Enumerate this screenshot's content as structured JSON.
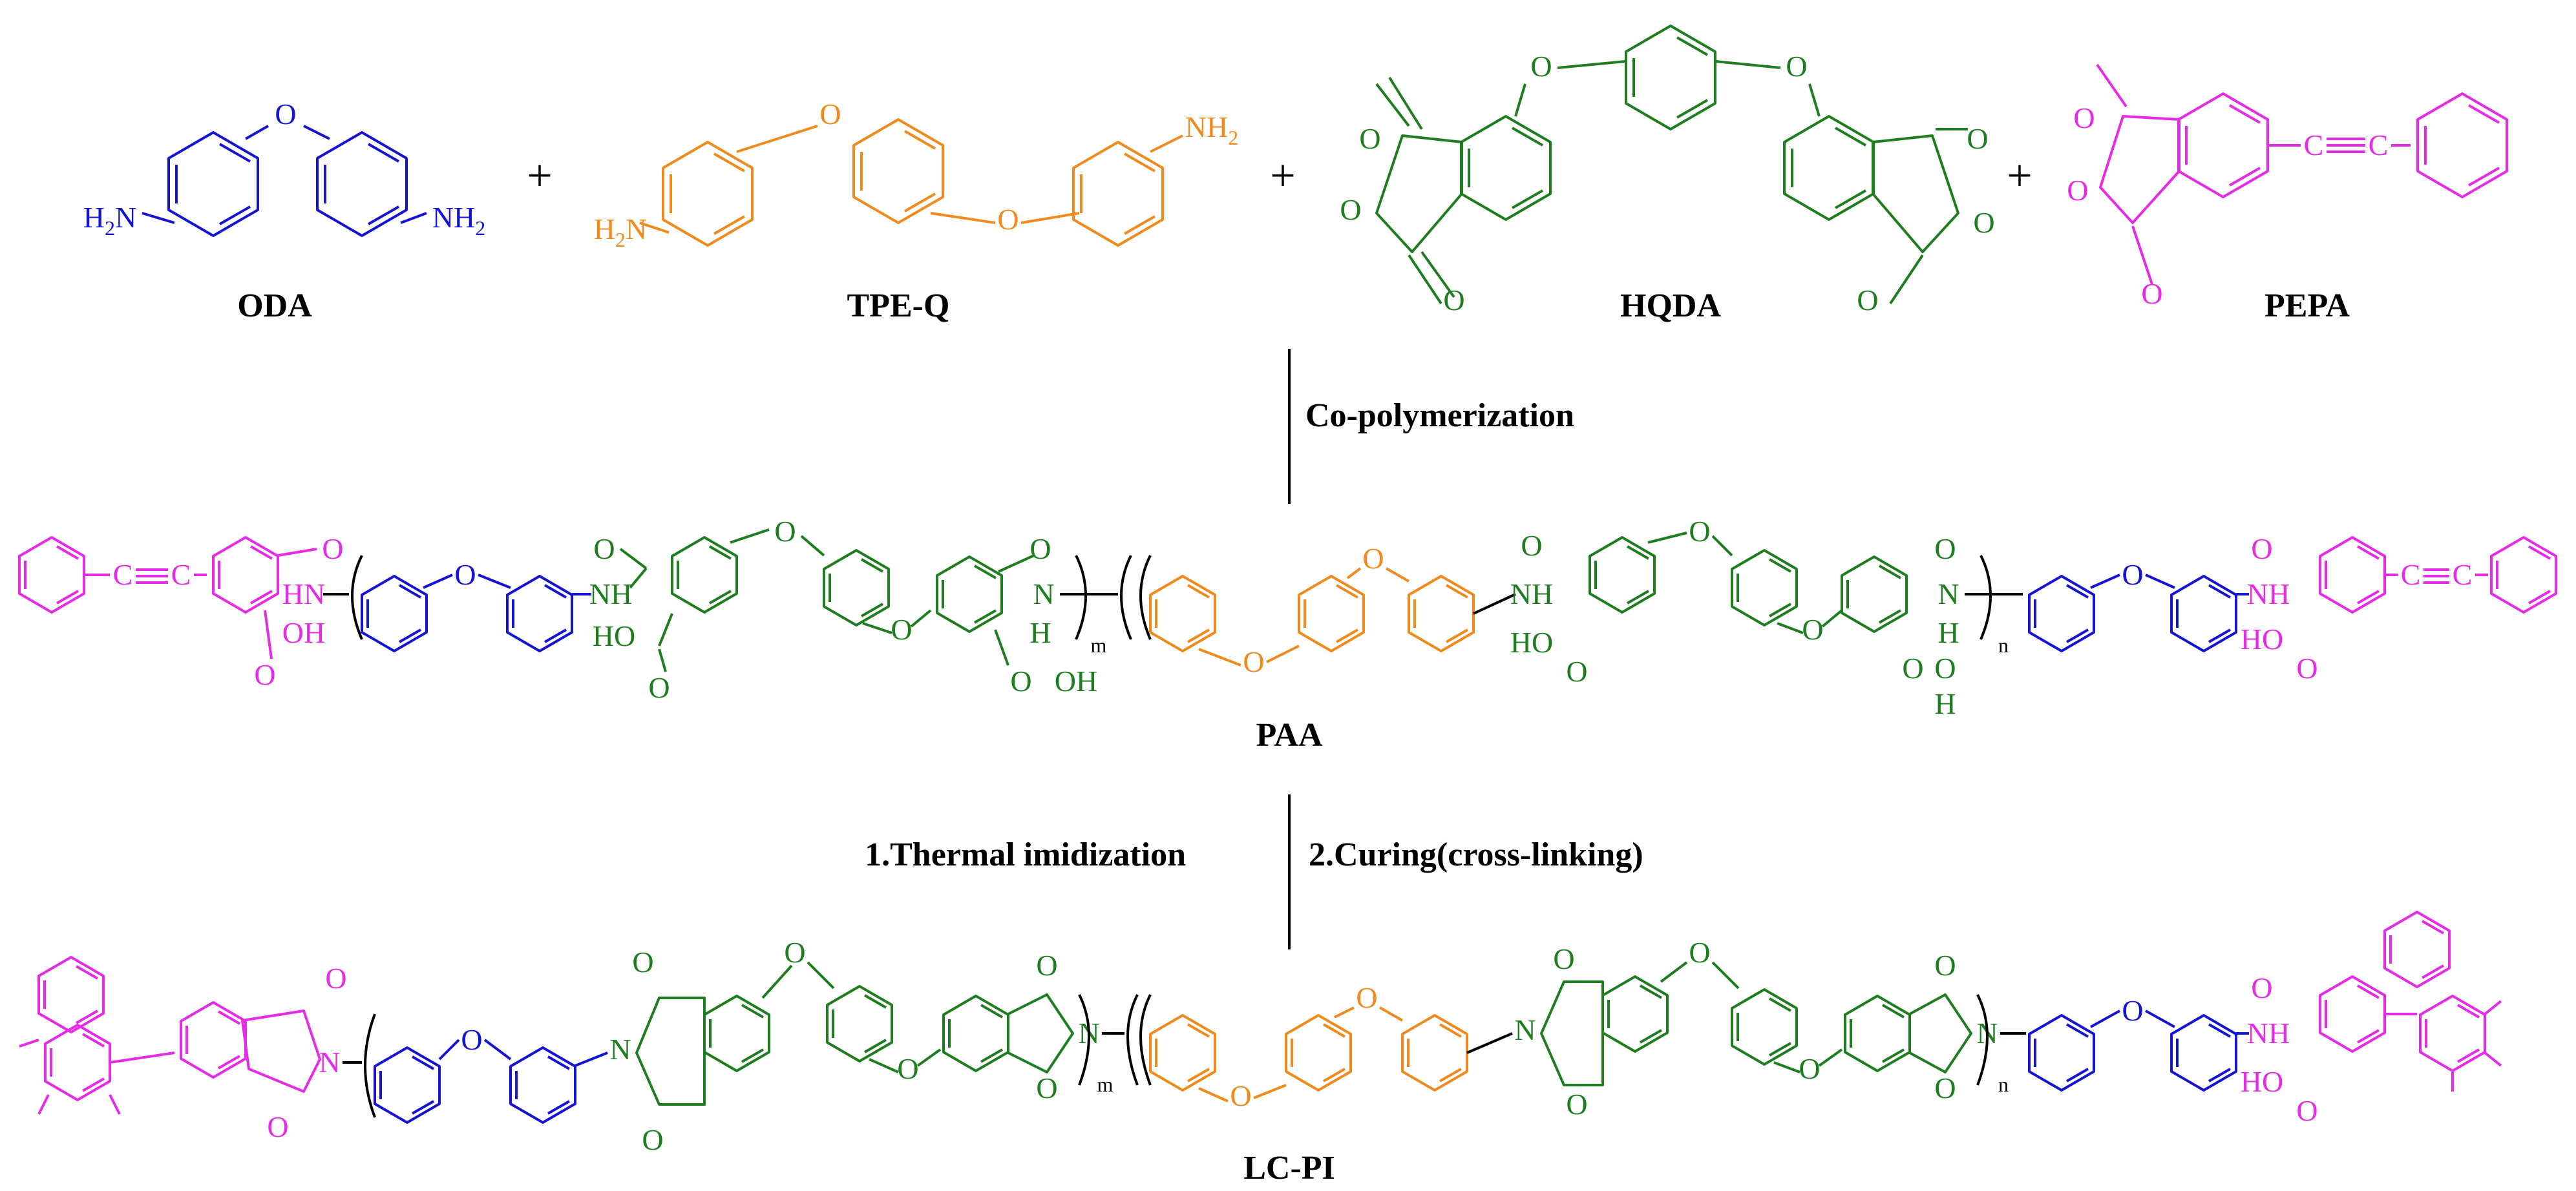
{
  "colors": {
    "oda": "#1414d2",
    "tpeq": "#f08a1c",
    "hqda": "#1e7d1e",
    "pepa": "#e62be6",
    "text": "#000000"
  },
  "monomers": {
    "oda": "ODA",
    "tpeq": "TPE-Q",
    "hqda": "HQDA",
    "pepa": "PEPA"
  },
  "atoms": {
    "o": "O",
    "h2n": "H",
    "nh2": "NH",
    "two": "2",
    "nh": "NH",
    "hn": "HN",
    "n": "N",
    "h": "H",
    "oh": "OH",
    "ho": "HO",
    "c": "C",
    "m": "m",
    "nsub": "n"
  },
  "steps": {
    "copolymerization": "Co-polymerization",
    "thermal": "1.Thermal imidization",
    "curing": "2.Curing(cross-linking)"
  },
  "products": {
    "paa": "PAA",
    "lcpi": "LC-PI"
  },
  "plus": "+"
}
